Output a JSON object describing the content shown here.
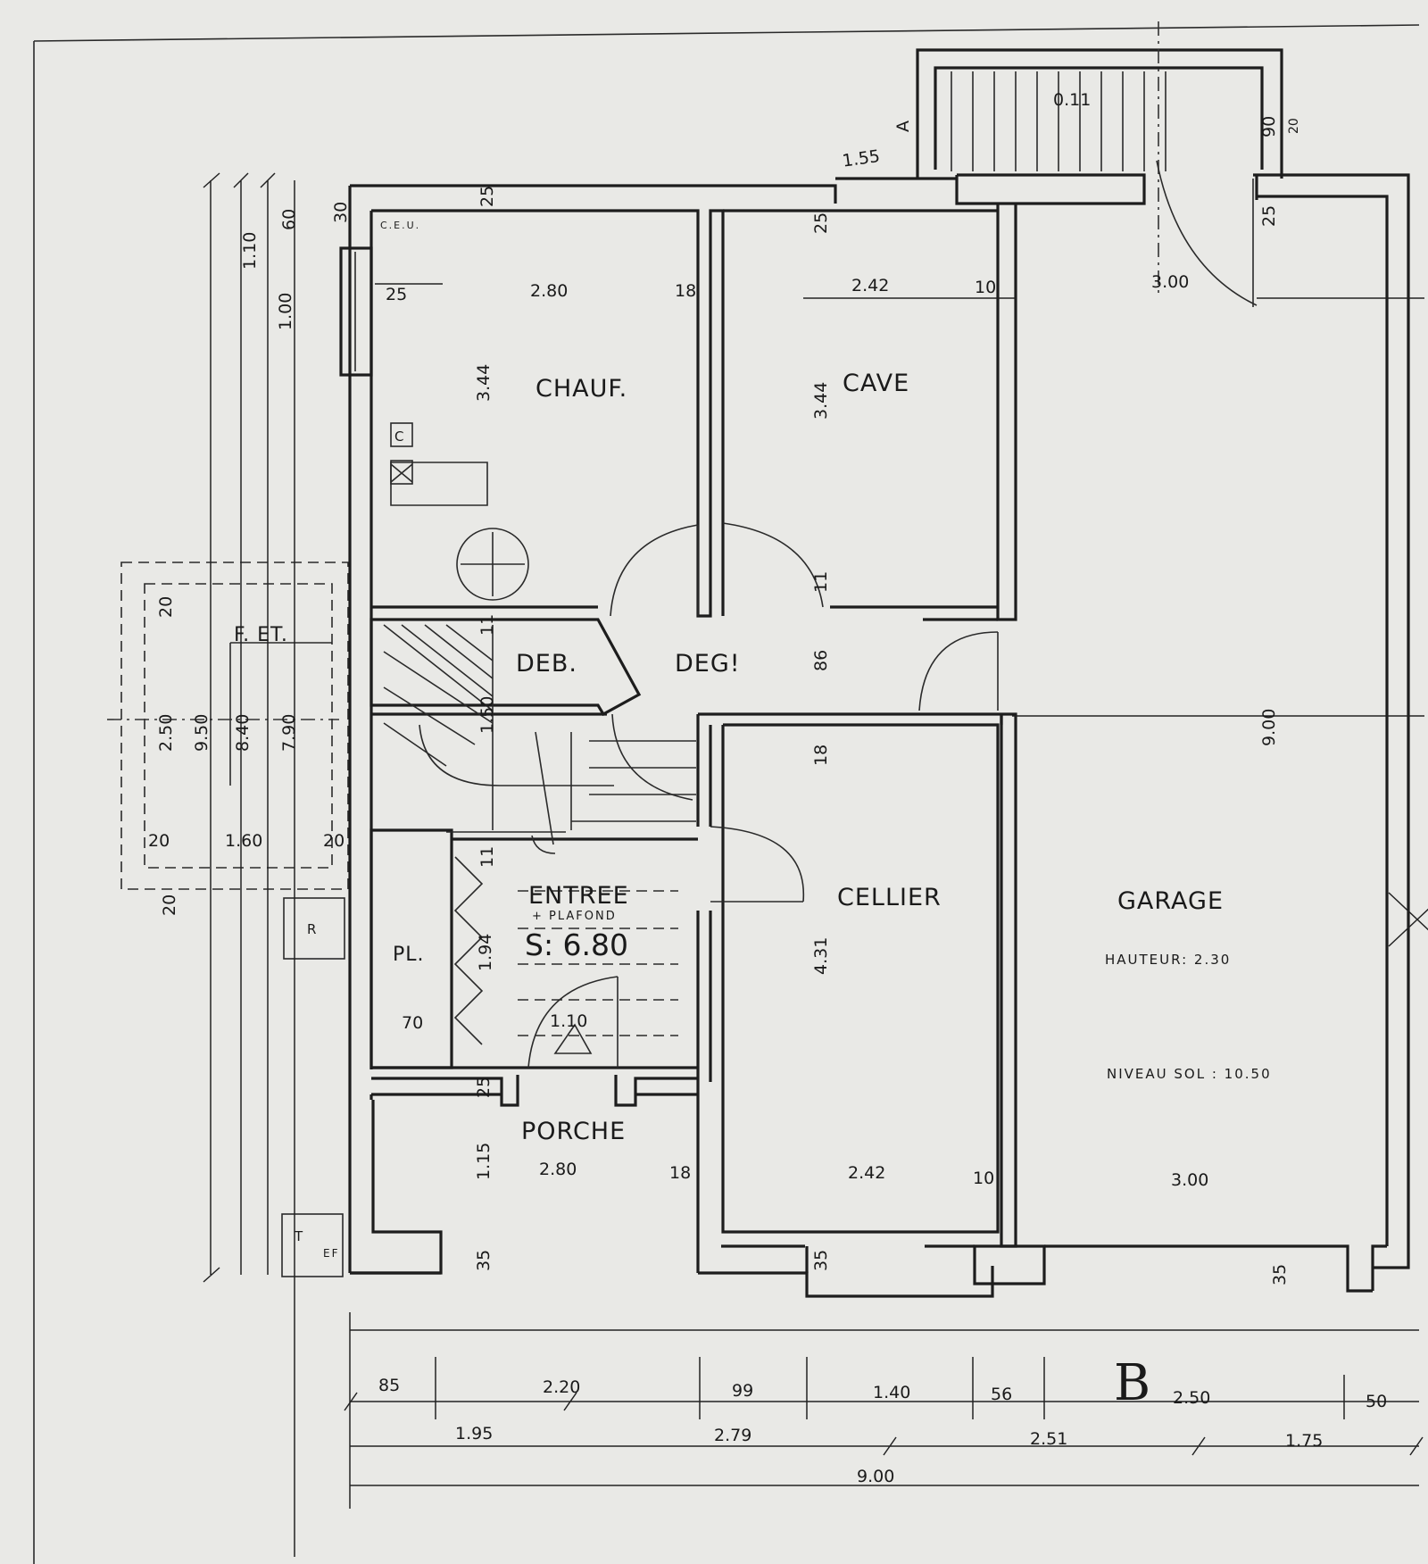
{
  "rooms": {
    "chauf": "CHAUF.",
    "cave": "CAVE",
    "deb": "DEB.",
    "degt": "DEG!",
    "entree": "ENTREE",
    "cellier": "CELLIER",
    "garage": "GARAGE",
    "porche": "PORCHE",
    "pl": "PL.",
    "fet": "F. ET."
  },
  "annotations": {
    "plafond": "+ PLAFOND",
    "surface": "S: 6.80",
    "hauteur": "HAUTEUR: 2.30",
    "niveau": "NIVEAU SOL : 10.50",
    "ceu": "C.E.U.",
    "c_box": "C",
    "r_box": "R",
    "ef": "EF",
    "t": "T",
    "section": "B",
    "arrow_a": "A",
    "stair_num": "0.11"
  },
  "dimensions": {
    "chauf_w": "2.80",
    "chauf_h": "3.44",
    "cave_w": "2.42",
    "cave_h": "3.44",
    "garage_w_top": "3.00",
    "garage_w_bottom": "3.00",
    "garage_depth": "9.00",
    "cellier_w": "2.42",
    "cellier_h": "4.31",
    "porche_w": "2.80",
    "porche_d": "1.15",
    "entree_d": "1.94",
    "pl_w": "70",
    "door_w": "1.10",
    "wall_25a": "25",
    "wall_25b": "25",
    "wall_25c": "25",
    "wall_25d": "25",
    "wall_25e": "25",
    "wall_18a": "18",
    "wall_18b": "18",
    "wall_18c": "18",
    "wall_10a": "10",
    "wall_10b": "10",
    "wall_11a": "11",
    "wall_11b": "11",
    "wall_11c": "11",
    "wall_35a": "35",
    "wall_35b": "35",
    "wall_35c": "35",
    "wall_20": "20",
    "wall_30": "30",
    "wall_86": "86",
    "wall_90": "90",
    "stair_155": "1.55",
    "stair_150": "1.50",
    "left_110": "1.10",
    "left_60": "60",
    "left_100": "1.00",
    "left_950": "9.50",
    "left_840": "8.40",
    "left_790": "7.90",
    "left_250": "2.50",
    "left_160": "1.60",
    "left_20a": "20",
    "left_20b": "20",
    "left_20c": "20",
    "left_20d": "20",
    "row1": [
      "85",
      "2.20",
      "99",
      "1.40",
      "56",
      "2.50",
      "50"
    ],
    "row2": [
      "1.95",
      "2.79",
      "2.51",
      "1.75"
    ],
    "row3": "9.00"
  }
}
